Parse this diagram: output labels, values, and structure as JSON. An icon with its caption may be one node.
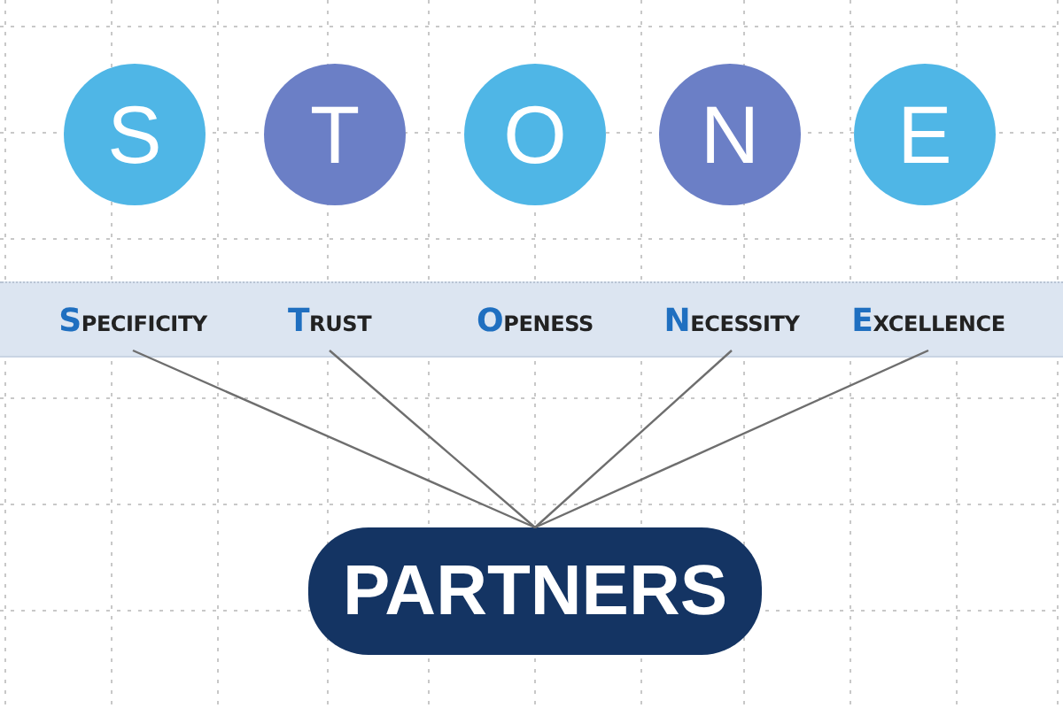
{
  "diagram": {
    "nodes": [
      {
        "text": [
          "S"
        ]
      },
      {
        "text": [
          "T"
        ]
      },
      {
        "text": [
          "O"
        ]
      },
      {
        "text": [
          "N"
        ]
      },
      {
        "text": [
          "E"
        ]
      },
      {
        "text": [],
        "shape": "bar"
      },
      {
        "text": [
          "SPECIFICITY"
        ],
        "in": 5
      },
      {
        "text": [
          "TRUST"
        ],
        "in": 5
      },
      {
        "text": [
          "OPENESS"
        ],
        "in": 5
      },
      {
        "text": [
          "NECESSITY"
        ],
        "in": 5
      },
      {
        "text": [
          "EXCELLENCE"
        ],
        "in": 5
      },
      {
        "text": [
          "PARTNERS"
        ]
      }
    ],
    "edges": [
      {
        "from": 6,
        "to": 11,
        "arrow": "none"
      },
      {
        "from": 7,
        "to": 11,
        "arrow": "none"
      },
      {
        "from": 9,
        "to": 11,
        "arrow": "none"
      },
      {
        "from": 10,
        "to": 11,
        "arrow": "none"
      }
    ]
  }
}
